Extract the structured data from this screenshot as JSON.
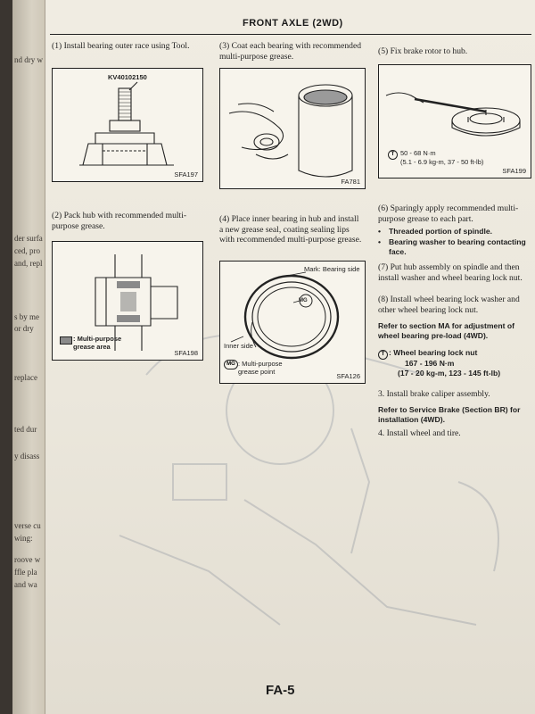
{
  "header": {
    "title": "FRONT AXLE (2WD)"
  },
  "prev_page_fragments": [
    "der surfa",
    "ced, pro",
    "and, repl",
    "s by me",
    "or dry",
    "replace",
    "ted dur",
    "y disass",
    "verse cu",
    "wing:",
    "roove w",
    "ffle pla",
    "and wa",
    "nd dry w"
  ],
  "col1": {
    "step1": "(1)  Install bearing outer race using Tool.",
    "fig1": {
      "tool": "KV40102150",
      "code": "SFA197"
    },
    "step2": "(2)  Pack hub with recommended multi-purpose grease.",
    "fig2": {
      "legend": ": Multi-purpose grease area",
      "code": "SFA198"
    }
  },
  "col2": {
    "step3": "(3)  Coat each bearing with recommended multi-purpose grease.",
    "fig3": {
      "code": "FA781"
    },
    "step4": "(4)  Place inner bearing in hub and install a new grease seal, coating sealing lips with recommended multi-purpose grease.",
    "fig4": {
      "mark": "Mark: Bearing side",
      "inner": "Inner side",
      "mg_symbol": "MG",
      "mg_legend": ": Multi-purpose grease point",
      "code": "SFA126"
    }
  },
  "col3": {
    "step5": "(5)  Fix brake rotor to hub.",
    "fig5": {
      "torque_symbol": "T",
      "torque": "50 - 68 N·m",
      "torque_alt": "(5.1 - 6.9 kg-m, 37 - 50 ft-lb)",
      "code": "SFA199"
    },
    "step6": "(6)  Sparingly apply recommended multi-purpose grease to each part.",
    "bullets": [
      "Threaded portion of spindle.",
      "Bearing washer to bearing contacting face."
    ],
    "step7": "(7)  Put hub assembly on spindle and then install washer and wheel bearing lock nut.",
    "step8": "(8)  Install wheel bearing lock washer and other wheel bearing lock nut.",
    "refer1": "Refer to section MA for adjustment of wheel bearing pre-load (4WD).",
    "nut_symbol": "T",
    "nut_label": ": Wheel bearing lock nut",
    "nut_torque": "167 - 196 N·m",
    "nut_torque_alt": "(17 - 20 kg-m, 123 - 145 ft-lb)",
    "step_3": "3.   Install brake caliper assembly.",
    "refer2": "Refer to Service Brake (Section BR) for installation (4WD).",
    "step_4": "4.   Install wheel and tire."
  },
  "footer": {
    "page": "FA-5"
  }
}
